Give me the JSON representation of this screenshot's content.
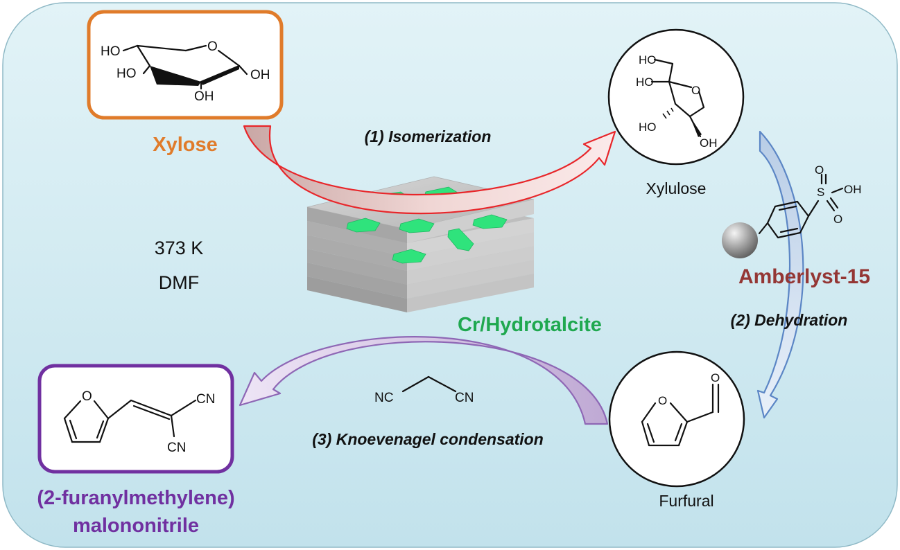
{
  "compounds": {
    "xylose": {
      "name": "Xylose",
      "atoms": [
        "HO",
        "HO",
        "OH",
        "OH",
        "O"
      ]
    },
    "xylulose": {
      "name": "Xylulose",
      "atoms": [
        "HO",
        "HO",
        "HO",
        "OH",
        "O"
      ]
    },
    "furfural": {
      "name": "Furfural",
      "atoms": [
        "O",
        "O"
      ]
    },
    "product": {
      "name_line1": "(2-furanylmethylene)",
      "name_line2": "malononitrile",
      "atoms": [
        "O",
        "CN",
        "CN"
      ]
    },
    "malononitrile": {
      "atoms": [
        "NC",
        "CN"
      ]
    },
    "amberlyst": {
      "name": "Amberlyst-15",
      "atoms": [
        "S",
        "O",
        "O",
        "OH"
      ]
    }
  },
  "steps": {
    "isomerization": "(1) Isomerization",
    "dehydration": "(2) Dehydration",
    "condensation": "(3) Knoevenagel condensation"
  },
  "conditions": {
    "temperature": "373 K",
    "solvent": "DMF"
  },
  "catalyst": {
    "name": "Cr/Hydrotalcite"
  },
  "colors": {
    "xylose": "#E07B2A",
    "product": "#7030A0",
    "amberlyst": "#943634",
    "catalyst": "#1FA84F",
    "isomerization_arrow": "#E8262A",
    "dehydration_arrow": "#5B86C5",
    "condensation_arrow": "#8E67B5"
  }
}
